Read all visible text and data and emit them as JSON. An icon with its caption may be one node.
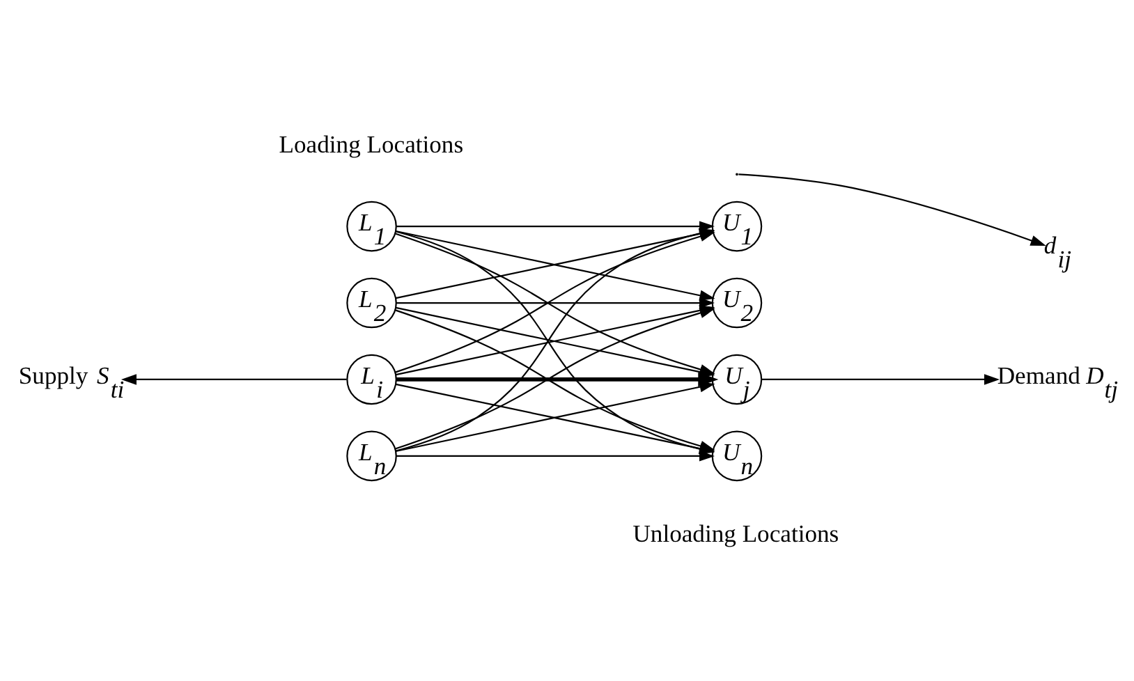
{
  "diagram": {
    "nodes": [
      {
        "text": [
          "L$_{1}$"
        ]
      },
      {
        "text": [
          "L$_{2}$"
        ]
      },
      {
        "text": [
          "L$_{i}$"
        ]
      },
      {
        "text": [
          "L$_{n}$"
        ]
      },
      {
        "text": [
          "U$_{1}$"
        ]
      },
      {
        "text": [
          "U$_{2}$"
        ]
      },
      {
        "text": [
          "U$_{j}$"
        ]
      },
      {
        "text": [
          "U$_{n}$"
        ]
      },
      {
        "text": [
          "Supply *S*$_{ti}$"
        ]
      },
      {
        "text": [
          "Demand *D*$_{tj}$"
        ]
      },
      {
        "text": [
          "d$_{ij}$"
        ]
      }
    ],
    "edges": [
      {
        "from": 0,
        "to": 4,
        "arrow": "to"
      },
      {
        "from": 0,
        "to": 5,
        "arrow": "to"
      },
      {
        "from": 0,
        "to": 6,
        "arrow": "to"
      },
      {
        "from": 0,
        "to": 7,
        "arrow": "to"
      },
      {
        "from": 1,
        "to": 4,
        "arrow": "to"
      },
      {
        "from": 1,
        "to": 5,
        "arrow": "to"
      },
      {
        "from": 1,
        "to": 6,
        "arrow": "to"
      },
      {
        "from": 1,
        "to": 7,
        "arrow": "to"
      },
      {
        "from": 2,
        "to": 4,
        "arrow": "to"
      },
      {
        "from": 2,
        "to": 5,
        "arrow": "to"
      },
      {
        "from": 2,
        "to": 6,
        "arrow": "to",
        "style": "thick"
      },
      {
        "from": 2,
        "to": 7,
        "arrow": "to"
      },
      {
        "from": 3,
        "to": 4,
        "arrow": "to"
      },
      {
        "from": 3,
        "to": 5,
        "arrow": "to"
      },
      {
        "from": 3,
        "to": 6,
        "arrow": "to"
      },
      {
        "from": 3,
        "to": 7,
        "arrow": "to"
      },
      {
        "from": 2,
        "to": 8,
        "arrow": "to"
      },
      {
        "from": 6,
        "to": 9,
        "arrow": "to"
      },
      {
        "from": null,
        "to": 10,
        "arrow": "to"
      }
    ],
    "labels": [
      "Loading Locations",
      "Unloading Locations"
    ]
  }
}
